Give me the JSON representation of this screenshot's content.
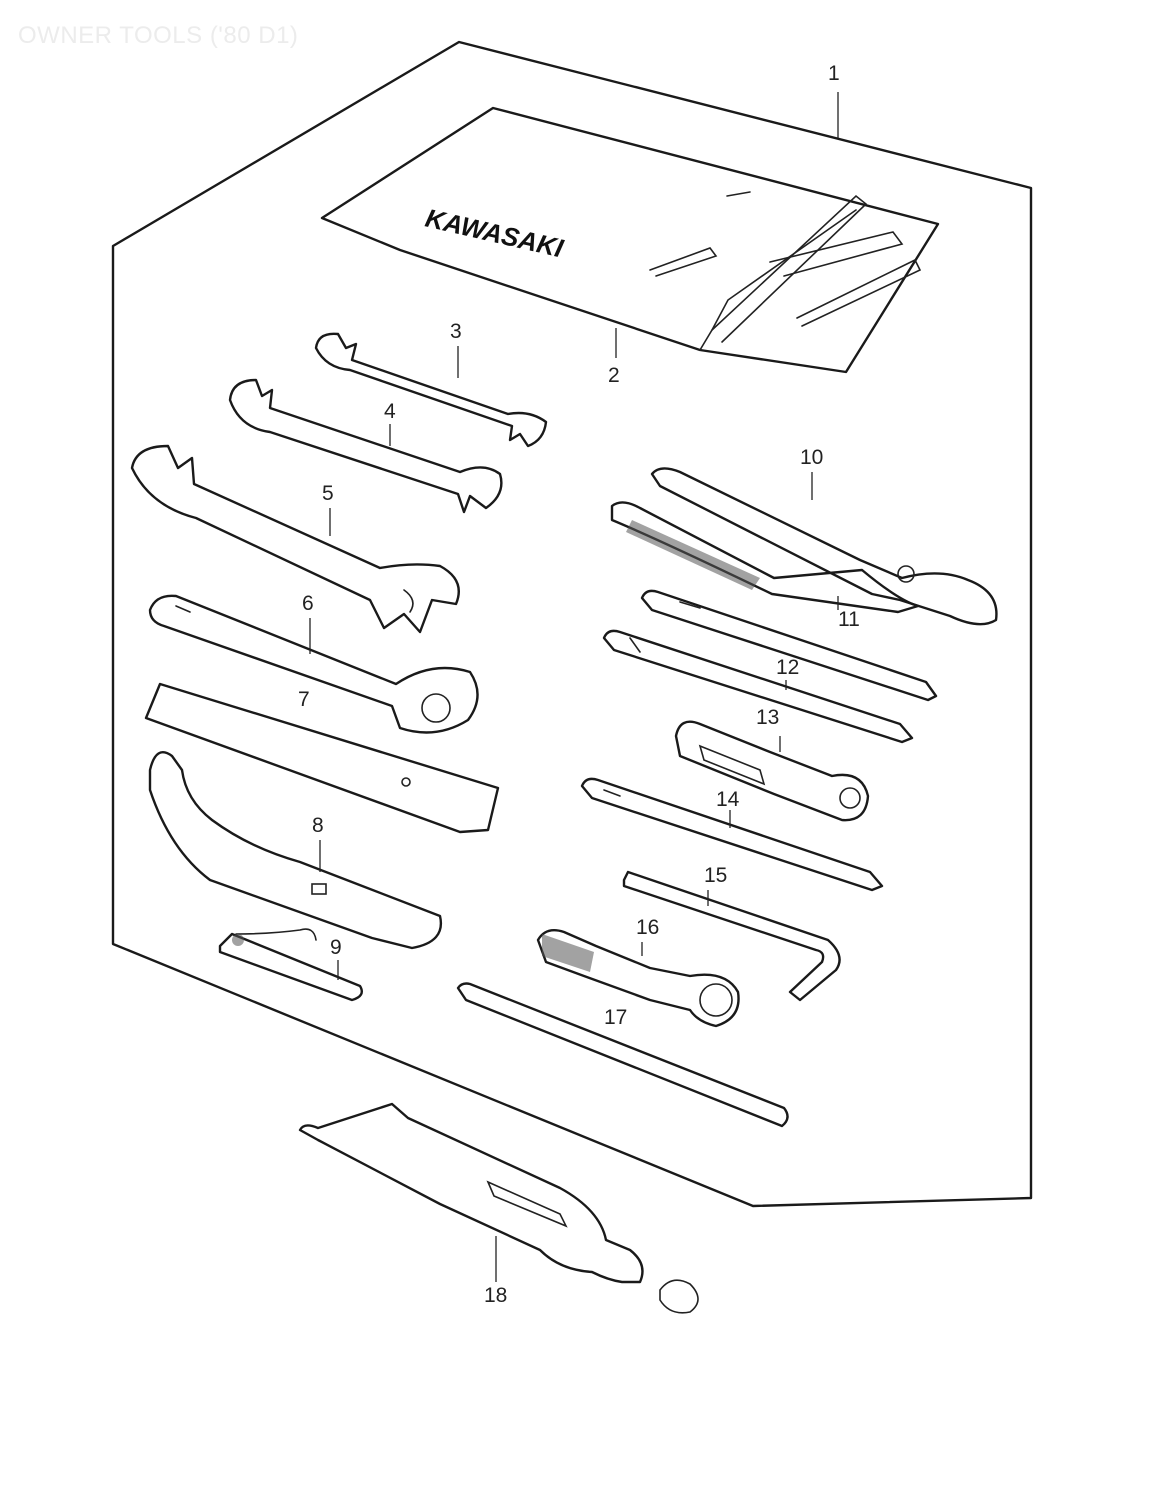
{
  "title": "OWNER TOOLS ('80 D1)",
  "brand_text": "KAWASAKI",
  "callouts": [
    {
      "id": "1",
      "label": "1"
    },
    {
      "id": "2",
      "label": "2"
    },
    {
      "id": "3",
      "label": "3"
    },
    {
      "id": "4",
      "label": "4"
    },
    {
      "id": "5",
      "label": "5"
    },
    {
      "id": "6",
      "label": "6"
    },
    {
      "id": "7",
      "label": "7"
    },
    {
      "id": "8",
      "label": "8"
    },
    {
      "id": "9",
      "label": "9"
    },
    {
      "id": "10",
      "label": "10"
    },
    {
      "id": "11",
      "label": "11"
    },
    {
      "id": "12",
      "label": "12"
    },
    {
      "id": "13",
      "label": "13"
    },
    {
      "id": "14",
      "label": "14"
    },
    {
      "id": "15",
      "label": "15"
    },
    {
      "id": "16",
      "label": "16"
    },
    {
      "id": "17",
      "label": "17"
    },
    {
      "id": "18",
      "label": "18"
    }
  ]
}
